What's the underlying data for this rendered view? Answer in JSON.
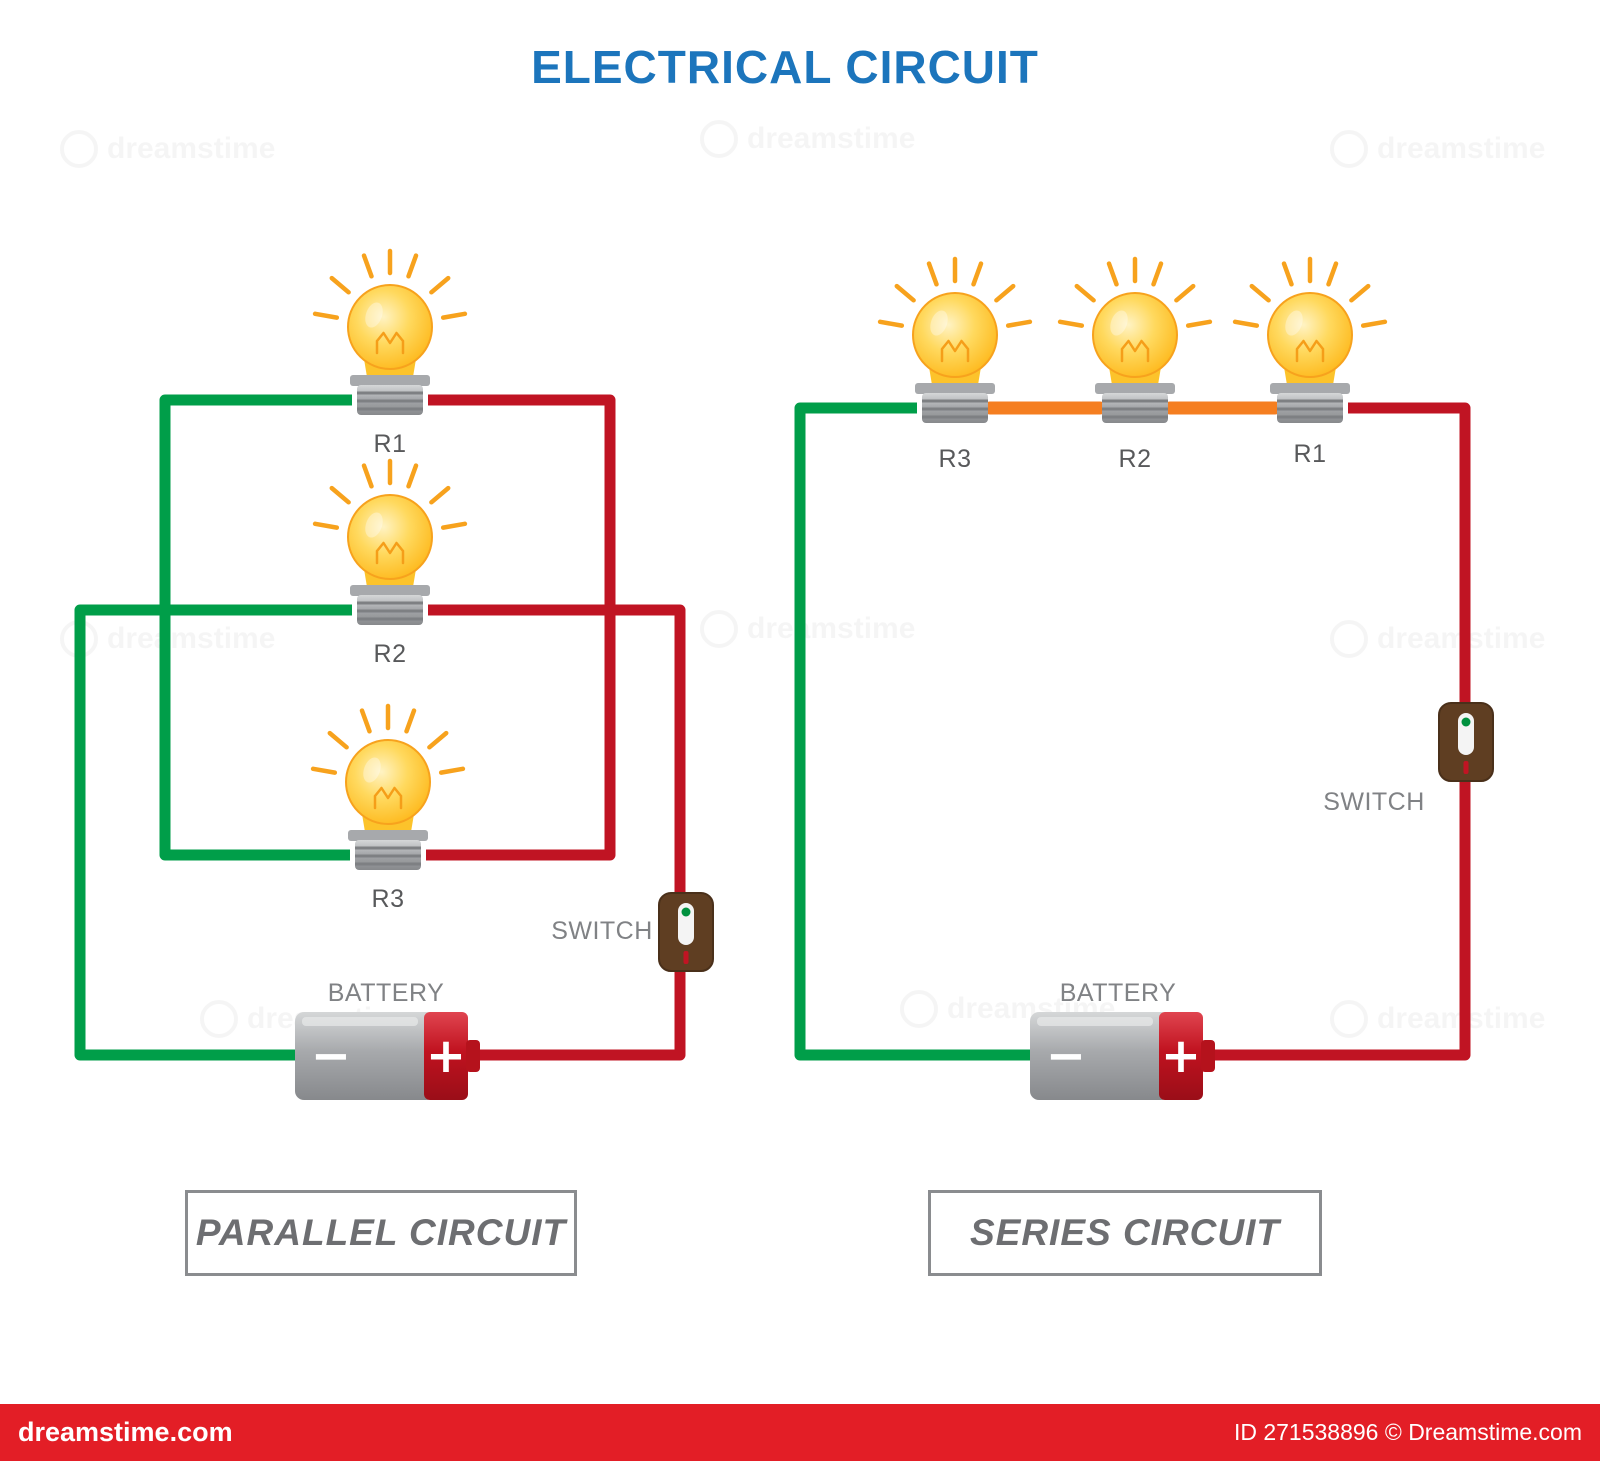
{
  "title": "ELECTRICAL CIRCUIT",
  "parallel": {
    "caption": "PARALLEL CIRCUIT",
    "bulb_labels": [
      "R1",
      "R2",
      "R3"
    ],
    "switch_label": "SWITCH",
    "battery_label": "BATTERY",
    "battery_minus": "−",
    "battery_plus": "+"
  },
  "series": {
    "caption": "SERIES CIRCUIT",
    "bulb_labels": [
      "R3",
      "R2",
      "R1"
    ],
    "switch_label": "SWITCH",
    "battery_label": "BATTERY",
    "battery_minus": "−",
    "battery_plus": "+"
  },
  "footer": {
    "site": "dreamstime.com",
    "image_id": "ID 271538896 © Dreamstime.com"
  },
  "watermark_text": "dreamstime",
  "colors": {
    "wire_green": "#009e49",
    "wire_red": "#c01423",
    "wire_orange": "#f57e20",
    "title_blue": "#1c75bc",
    "footer_red": "#e31e26"
  }
}
